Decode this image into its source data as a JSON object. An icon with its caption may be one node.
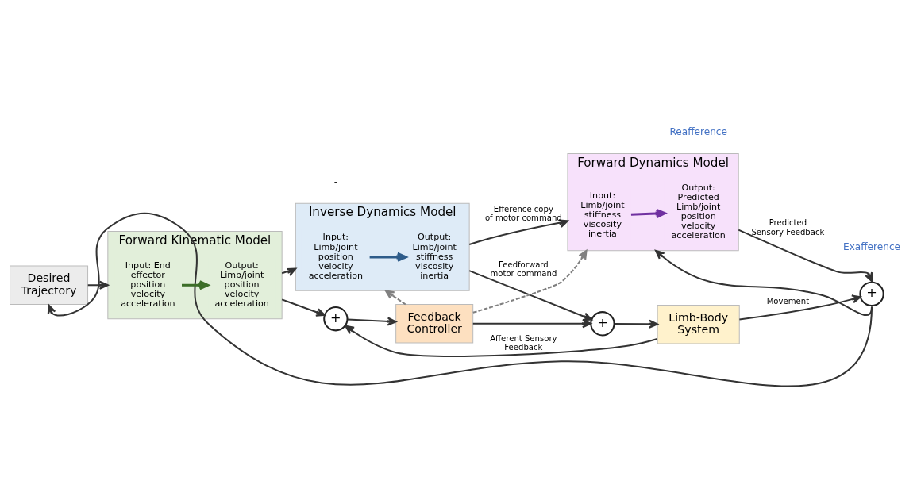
{
  "diagram": {
    "nodes": [
      {
        "text": [
          "Desired Trajectory"
        ]
      },
      {
        "text": [
          "Forward Kinematic Model"
        ]
      },
      {
        "text": [
          "Input: End effector position velocity acceleration"
        ],
        "in": 1
      },
      {
        "text": [
          "Output: Limb/joint position velocity acceleration"
        ],
        "in": 1
      },
      {
        "text": [
          "Inverse Dynamics Model"
        ]
      },
      {
        "text": [
          "Input: Limb/joint position velocity acceleration"
        ],
        "in": 4
      },
      {
        "text": [
          "Output: Limb/joint stiffness viscosity inertia"
        ],
        "in": 4
      },
      {
        "text": [
          "Forward Dynamics Model"
        ]
      },
      {
        "text": [
          "Input: Limb/joint stiffness viscosity inertia"
        ],
        "in": 7
      },
      {
        "text": [
          "Output: Predicted Limb/joint position velocity acceleration"
        ],
        "in": 7
      },
      {
        "text": [
          "+"
        ]
      },
      {
        "text": [
          "Limb-Body System"
        ]
      },
      {
        "text": [
          "+"
        ]
      },
      {
        "text": [
          "Feedback Controller"
        ]
      },
      {
        "text": [
          "+"
        ]
      }
    ],
    "edges": [
      {
        "from": 14,
        "to": 0,
        "arrow": "to"
      },
      {
        "from": 14,
        "to": 7,
        "arrow": "to"
      },
      {
        "from": 0,
        "to": 1,
        "arrow": "to"
      },
      {
        "from": 2,
        "to": 3,
        "arrow": "to",
        "color": "#3c6e28"
      },
      {
        "from": 1,
        "to": 4,
        "arrow": "to"
      },
      {
        "from": 1,
        "to": 12,
        "arrow": "to"
      },
      {
        "from": 5,
        "to": 6,
        "arrow": "to",
        "color": "#2e5c8a"
      },
      {
        "from": 8,
        "to": 9,
        "arrow": "to",
        "color": "#7030a0"
      },
      {
        "from": 4,
        "to": 10,
        "arrow": "to",
        "label": "Feedforward motor command"
      },
      {
        "from": 4,
        "to": 7,
        "arrow": "to",
        "label": "Efference copy of motor command"
      },
      {
        "from": 10,
        "to": 11,
        "arrow": "to"
      },
      {
        "from": 12,
        "to": 13,
        "arrow": "to"
      },
      {
        "from": 13,
        "to": 10,
        "arrow": "to"
      },
      {
        "from": 13,
        "to": 4,
        "arrow": "to",
        "style": "dashed",
        "color": "#808080"
      },
      {
        "from": 13,
        "to": 7,
        "arrow": "to",
        "style": "dashed",
        "color": "#808080"
      },
      {
        "from": 11,
        "to": 14,
        "arrow": "to",
        "label": "Movement"
      },
      {
        "from": 11,
        "to": 12,
        "arrow": "to",
        "label": "Afferent Sensory Feedback"
      },
      {
        "from": 7,
        "to": 14,
        "arrow": "to",
        "label": "Predicted Sensory Feedback"
      }
    ],
    "labels": [
      "Reafference",
      "Exafference",
      "-",
      "-"
    ]
  }
}
